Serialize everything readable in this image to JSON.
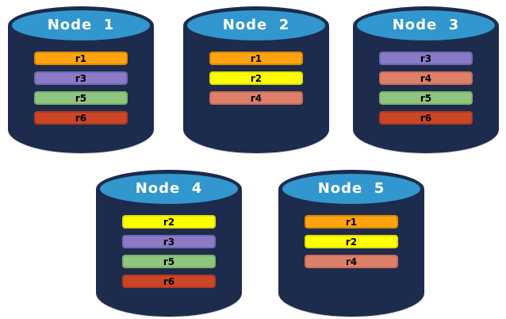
{
  "colors": {
    "cylinder_body": "#1d2b4c",
    "cylinder_top": "#3297ce",
    "node_label_text": "#ffffff",
    "bar_label_text": "#000000",
    "background": "#ffffff"
  },
  "replica_colors": {
    "r1": {
      "fill": "#ffa40f",
      "border": "#dd8a00"
    },
    "r2": {
      "fill": "#ffff00",
      "border": "#e3df00"
    },
    "r3": {
      "fill": "#897bc5",
      "border": "#7668b3"
    },
    "r4": {
      "fill": "#de8069",
      "border": "#c96e57"
    },
    "r5": {
      "fill": "#90c57e",
      "border": "#7db26b"
    },
    "r6": {
      "fill": "#cc4527",
      "border": "#b33a1f"
    }
  },
  "nodes": [
    {
      "id": "node-1",
      "label": "Node  1",
      "replicas": [
        "r1",
        "r3",
        "r5",
        "r6"
      ]
    },
    {
      "id": "node-2",
      "label": "Node  2",
      "replicas": [
        "r1",
        "r2",
        "r4"
      ]
    },
    {
      "id": "node-3",
      "label": "Node  3",
      "replicas": [
        "r3",
        "r4",
        "r5",
        "r6"
      ]
    },
    {
      "id": "node-4",
      "label": "Node  4",
      "replicas": [
        "r2",
        "r3",
        "r5",
        "r6"
      ]
    },
    {
      "id": "node-5",
      "label": "Node  5",
      "replicas": [
        "r1",
        "r2",
        "r4"
      ]
    }
  ]
}
